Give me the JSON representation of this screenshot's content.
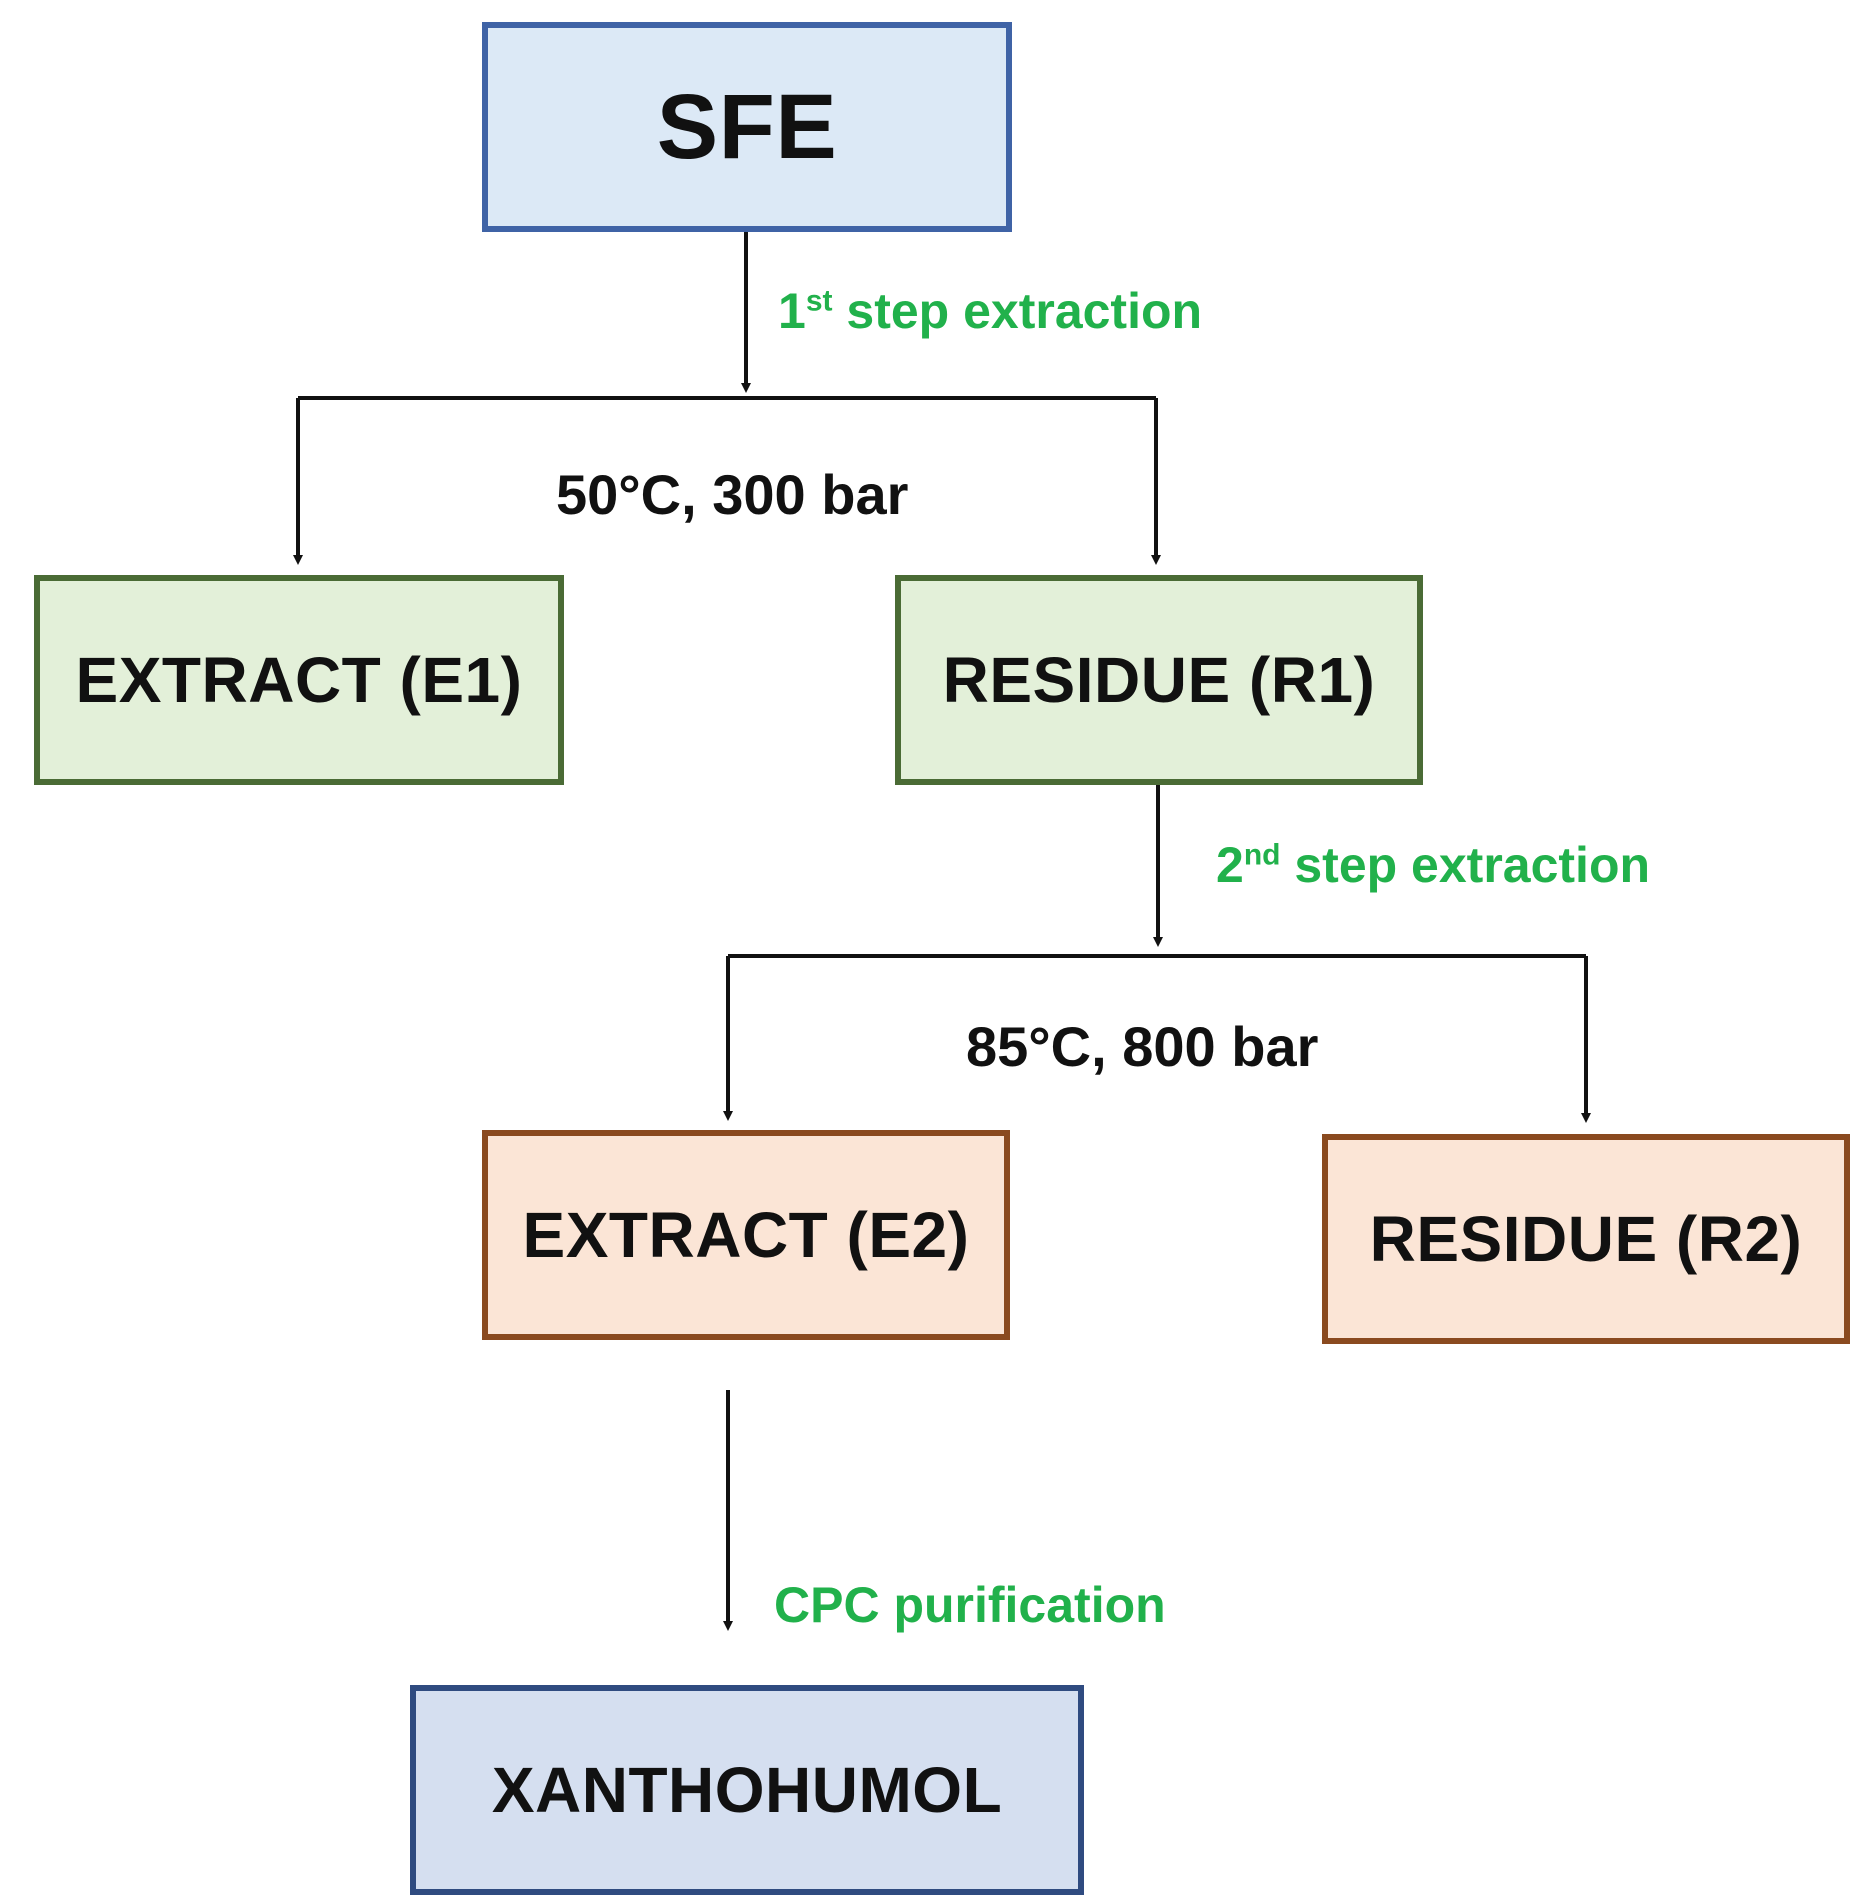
{
  "boxes": {
    "sfe": "SFE",
    "extract_e1": "EXTRACT (E1)",
    "residue_r1": "RESIDUE (R1)",
    "extract_e2": "EXTRACT (E2)",
    "residue_r2": "RESIDUE (R2)",
    "xanthohumol": "XANTHOHUMOL"
  },
  "labels": {
    "step1": {
      "num": "1",
      "sup": "st",
      "text": " step extraction"
    },
    "condition1": "50°C, 300 bar",
    "step2": {
      "num": "2",
      "sup": "nd",
      "text": " step extraction"
    },
    "condition2": "85°C, 800 bar",
    "cpc": "CPC purification"
  },
  "colors": {
    "step_label": "#21b14b",
    "sfe_border": "#3f63a6",
    "sfe_fill": "#dce9f6",
    "step1_border": "#4a6b35",
    "step1_fill": "#e3f0d9",
    "step2_border": "#8a4a1f",
    "step2_fill": "#fbe5d6",
    "product_border": "#2f4b80",
    "product_fill": "#d5dff0"
  }
}
